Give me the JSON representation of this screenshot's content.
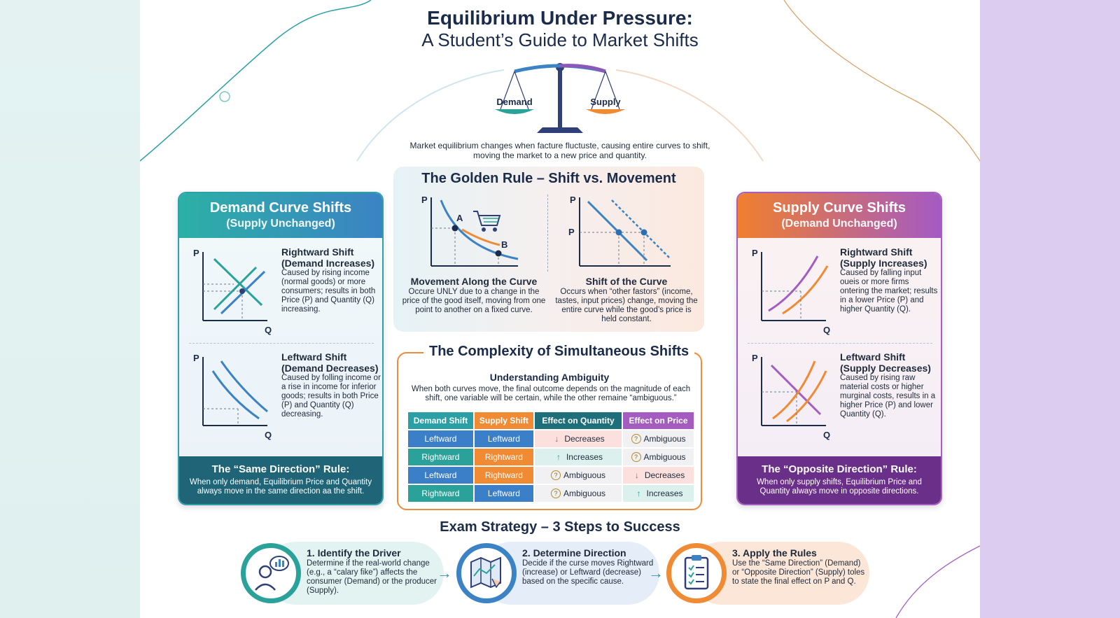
{
  "header": {
    "title_line1": "Equilibrium Under Pressure:",
    "title_line2": "A Student’s Guide to Market Shifts",
    "scale_left": "Demand",
    "scale_right": "Supply",
    "intro": "Market equilibrium changes when facture fluctuste, causing entire curves to shift, moving the market to a new price and quantity."
  },
  "demand_panel": {
    "title": "Demand Curve Shifts",
    "subtitle": "(Supply Unchanged)",
    "axis_p": "P",
    "axis_q": "Q",
    "right_title1": "Rightward Shift",
    "right_title2": "(Demand Increases)",
    "right_desc": "Caused by rising income (normal goods) or more consumers; results in both Price (P) and Quantity (Q) increasing.",
    "left_title1": "Leftward Shift",
    "left_title2": "(Demand Decreases)",
    "left_desc": "Caused by folling income or a rise in income for inferior goods; results in both Price (P) and Quantity (Q) decreasing.",
    "rule_title": "The “Same Direction” Rule:",
    "rule_desc": "When only demand,  Equilibrium Price and Quantity always move in the same direction aa the shift."
  },
  "supply_panel": {
    "title": "Supply Curve Shifts",
    "subtitle": "(Demand Unchanged)",
    "axis_p": "P",
    "axis_q": "Q",
    "right_title1": "Rightward Shift",
    "right_title2": "(Supply Increases)",
    "right_desc": "Caused by falling input oueis or more firms ontering the market; results in a lower Price (P) and higher Quantity (Q).",
    "left_title1": "Leftward Shift",
    "left_title2": "(Supply Decreases)",
    "left_desc": "Caused by rising raw material costs or higher murginal costs, results in a higher Price (P) and lower Quantity (Q).",
    "rule_title": "The “Opposite Direction” Rule:",
    "rule_desc": "When only supply shifts, Equilibrium Price and Quantity always move in opposite directions."
  },
  "golden": {
    "title": "The Golden Rule – Shift vs. Movement",
    "axis_p": "P",
    "point_a": "A",
    "point_b": "B",
    "movement_title": "Movement Along the Curve",
    "movement_desc": "Occure UNLY due to a change in the price of the good itself, moving from one point to another on a fixed curve.",
    "shift_title": "Shift of the Curve",
    "shift_desc": "Occurs when “other fastors” (income, tastes, input prices) change, moving the entire curve while the good’s price is held constant."
  },
  "complexity": {
    "title": "The Complexity of Simultaneous Shifts",
    "subtitle": "Understanding Ambiguity",
    "desc": "When both curves move, the final outcome depends on the magnitude of each shift, one variable will be certain, while the other remaine “ambiguous.”",
    "headers": [
      "Demand Shift",
      "Supply Shift",
      "Effect on Quantity",
      "Effect on Price"
    ],
    "rows": [
      {
        "demand": "Leftward",
        "supply": "Leftward",
        "quantity": "Decreases",
        "price": "Ambiguous"
      },
      {
        "demand": "Rightward",
        "supply": "Rightward",
        "quantity": "Increases",
        "price": "Ambiguous"
      },
      {
        "demand": "Leftward",
        "supply": "Rightward",
        "quantity": "Ambiguous",
        "price": "Decreases"
      },
      {
        "demand": "Rightward",
        "supply": "Leftward",
        "quantity": "Ambiguous",
        "price": "Increases"
      }
    ]
  },
  "exam": {
    "title": "Exam Strategy – 3 Steps to Success",
    "steps": [
      {
        "title": "1. Identify the Driver",
        "desc": "Determine if the real-world change (e.g., a “calary fike”) affects the consumer (Demand) or the producer (Supply)."
      },
      {
        "title": "2. Determine Direction",
        "desc": "Decide if the curse moves Rightward (increase) or Leftward (decrease) based on the specific cause."
      },
      {
        "title": "3. Apply the Rules",
        "desc": "Use the “Same Direction” (Demand) or “Opposite Direction” (Supply) toles to state the final effect on P and Q."
      }
    ]
  },
  "colors": {
    "teal": "#2cb0a6",
    "blue": "#3b83c4",
    "orange": "#f08a33",
    "purple": "#a55cc0",
    "navy": "#1b2b4a"
  }
}
